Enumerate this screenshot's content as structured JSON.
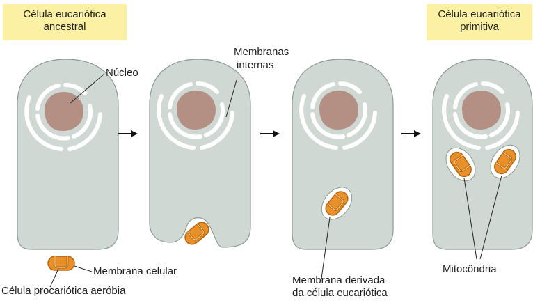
{
  "boxes": {
    "ancestral": {
      "line1": "Célula eucariótica",
      "line2": "ancestral"
    },
    "primitive": {
      "line1": "Célula eucariótica",
      "line2": "primitiva"
    }
  },
  "labels": {
    "nucleus": "Núcleo",
    "internal_membranes_1": "Membranas",
    "internal_membranes_2": "internas",
    "cell_membrane": "Membrana celular",
    "aerobic_prokaryote": "Célula procariótica aeróbia",
    "derived_membrane_1": "Membrana derivada",
    "derived_membrane_2": "da célula eucariótica",
    "mitochondria": "Mitocôndria"
  },
  "colors": {
    "cell_fill": "#cfd8d3",
    "cell_stroke": "#8e9a95",
    "nucleus_fill": "#b49084",
    "bacterium_fill": "#e8912b",
    "bacterium_dark": "#b8630e",
    "label_box": "#fcf0a3"
  }
}
